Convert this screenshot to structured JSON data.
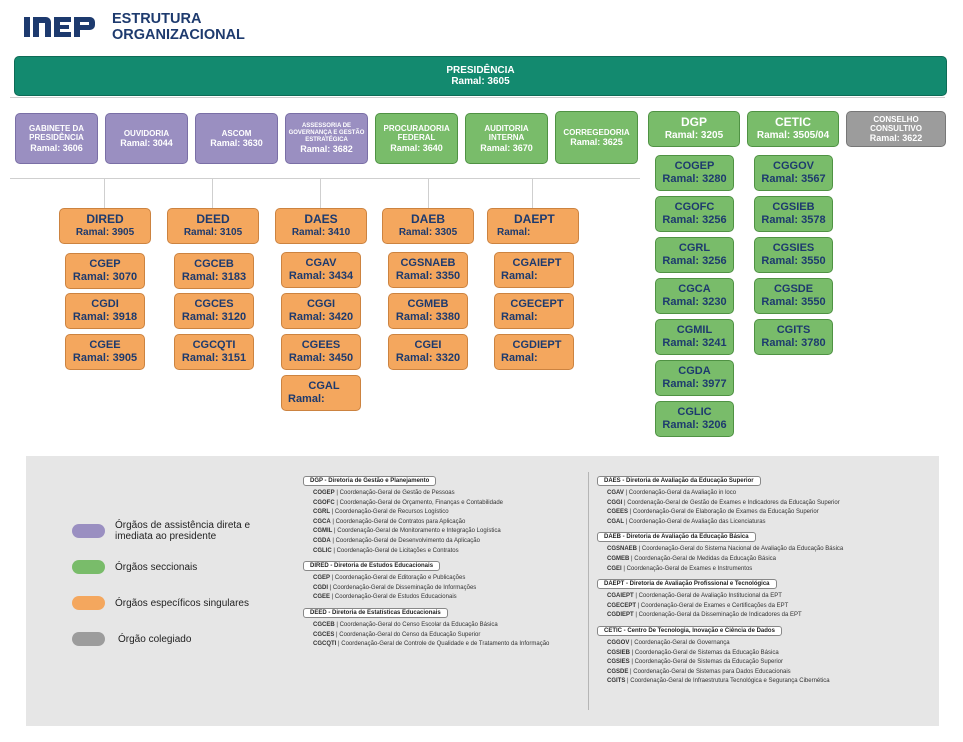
{
  "header": {
    "logo": "inep",
    "title_line1": "ESTRUTURA",
    "title_line2": "ORGANIZACIONAL"
  },
  "presidencia": {
    "name": "PRESIDÊNCIA",
    "ramal": "Ramal: 3605"
  },
  "top_units": [
    {
      "name": "GABINETE DA PRESIDÊNCIA",
      "ramal": "Ramal: 3606",
      "category": "purple"
    },
    {
      "name": "OUVIDORIA",
      "ramal": "Ramal: 3044",
      "category": "purple"
    },
    {
      "name": "ASCOM",
      "ramal": "Ramal: 3630",
      "category": "purple"
    },
    {
      "name": "ASSESSORIA DE GOVERNANÇA E GESTÃO ESTRATÉGICA",
      "ramal": "Ramal: 3682",
      "category": "purple"
    },
    {
      "name": "PROCURADORIA FEDERAL",
      "ramal": "Ramal: 3640",
      "category": "green"
    },
    {
      "name": "AUDITORIA INTERNA",
      "ramal": "Ramal: 3670",
      "category": "green"
    },
    {
      "name": "CORREGEDORIA",
      "ramal": "Ramal: 3625",
      "category": "green"
    },
    {
      "name": "DGP",
      "ramal": "Ramal: 3205",
      "category": "green"
    },
    {
      "name": "CETIC",
      "ramal": "Ramal: 3505/04",
      "category": "green"
    },
    {
      "name": "CONSELHO CONSULTIVO",
      "ramal": "Ramal: 3622",
      "category": "gray"
    }
  ],
  "directorates": [
    {
      "name": "DIRED",
      "ramal": "Ramal: 3905",
      "subs": [
        {
          "name": "CGEP",
          "ramal": "Ramal: 3070"
        },
        {
          "name": "CGDI",
          "ramal": "Ramal: 3918"
        },
        {
          "name": "CGEE",
          "ramal": "Ramal: 3905"
        }
      ]
    },
    {
      "name": "DEED",
      "ramal": "Ramal: 3105",
      "subs": [
        {
          "name": "CGCEB",
          "ramal": "Ramal: 3183"
        },
        {
          "name": "CGCES",
          "ramal": "Ramal: 3120"
        },
        {
          "name": "CGCQTI",
          "ramal": "Ramal: 3151"
        }
      ]
    },
    {
      "name": "DAES",
      "ramal": "Ramal: 3410",
      "subs": [
        {
          "name": "CGAV",
          "ramal": "Ramal: 3434"
        },
        {
          "name": "CGGI",
          "ramal": "Ramal: 3420"
        },
        {
          "name": "CGEES",
          "ramal": "Ramal: 3450"
        },
        {
          "name": "CGAL",
          "ramal": "Ramal:"
        }
      ]
    },
    {
      "name": "DAEB",
      "ramal": "Ramal: 3305",
      "subs": [
        {
          "name": "CGSNAEB",
          "ramal": "Ramal: 3350"
        },
        {
          "name": "CGMEB",
          "ramal": "Ramal: 3380"
        },
        {
          "name": "CGEI",
          "ramal": "Ramal: 3320"
        }
      ]
    },
    {
      "name": "DAEPT",
      "ramal": "Ramal:",
      "subs": [
        {
          "name": "CGAIEPT",
          "ramal": "Ramal:"
        },
        {
          "name": "CGECEPT",
          "ramal": "Ramal:"
        },
        {
          "name": "CGDIEPT",
          "ramal": "Ramal:"
        }
      ]
    }
  ],
  "dgp_subs": [
    {
      "name": "COGEP",
      "ramal": "Ramal: 3280"
    },
    {
      "name": "CGOFC",
      "ramal": "Ramal: 3256"
    },
    {
      "name": "CGRL",
      "ramal": "Ramal: 3256"
    },
    {
      "name": "CGCA",
      "ramal": "Ramal: 3230"
    },
    {
      "name": "CGMIL",
      "ramal": "Ramal: 3241"
    },
    {
      "name": "CGDA",
      "ramal": "Ramal: 3977"
    },
    {
      "name": "CGLIC",
      "ramal": "Ramal: 3206"
    }
  ],
  "cetic_subs": [
    {
      "name": "CGGOV",
      "ramal": "Ramal: 3567"
    },
    {
      "name": "CGSIEB",
      "ramal": "Ramal: 3578"
    },
    {
      "name": "CGSIES",
      "ramal": "Ramal: 3550"
    },
    {
      "name": "CGSDE",
      "ramal": "Ramal: 3550"
    },
    {
      "name": "CGITS",
      "ramal": "Ramal: 3780"
    }
  ],
  "legend": [
    {
      "label": "Órgãos de assistência direta e imediata ao presidente",
      "color": "#9a8fc1"
    },
    {
      "label": "Órgãos seccionais",
      "color": "#79bc6a"
    },
    {
      "label": "Órgãos específicos singulares",
      "color": "#f4a75e"
    },
    {
      "label": "Órgão colegiado",
      "color": "#9c9c9c"
    }
  ],
  "glossary_left": [
    {
      "heading": "DGP - Diretoria de Gestão e Planejamento",
      "items": [
        {
          "code": "COGEP",
          "desc": "Coordenação-Geral de Gestão de Pessoas"
        },
        {
          "code": "CGOFC",
          "desc": "Coordenação-Geral de Orçamento, Finanças e Contabilidade"
        },
        {
          "code": "CGRL",
          "desc": "Coordenação-Geral de Recursos Logístico"
        },
        {
          "code": "CGCA",
          "desc": "Coordenação-Geral de Contratos para Aplicação"
        },
        {
          "code": "CGMIL",
          "desc": "Coordenação-Geral de Monitoramento e Integração Logística"
        },
        {
          "code": "CGDA",
          "desc": "Coordenação-Geral de Desenvolvimento da Aplicação"
        },
        {
          "code": "CGLIC",
          "desc": "Coordenação-Geral de Licitações e Contratos"
        }
      ]
    },
    {
      "heading": "DIRED - Diretoria de Estudos Educacionais",
      "items": [
        {
          "code": "CGEP",
          "desc": "Coordenação-Geral de Editoração e Publicações"
        },
        {
          "code": "CGDI",
          "desc": "Coordenação-Geral de Disseminação de Informações"
        },
        {
          "code": "CGEE",
          "desc": "Coordenação-Geral de Estudos Educacionais"
        }
      ]
    },
    {
      "heading": "DEED - Diretoria de Estatísticas Educacionais",
      "items": [
        {
          "code": "CGCEB",
          "desc": "Coordenação-Geral do Censo Escolar da Educação Básica"
        },
        {
          "code": "CGCES",
          "desc": "Coordenação-Geral do Censo da Educação Superior"
        },
        {
          "code": "CGCQTI",
          "desc": "Coordenação-Geral de Controle de Qualidade e de Tratamento da Informação"
        }
      ]
    }
  ],
  "glossary_right": [
    {
      "heading": "DAES - Diretoria de Avaliação da Educação Superior",
      "items": [
        {
          "code": "CGAV",
          "desc": "Coordenação-Geral da Avaliação in loco"
        },
        {
          "code": "CGGI",
          "desc": "Coordenação-Geral de Gestão de Exames e Indicadores da Educação Superior"
        },
        {
          "code": "CGEES",
          "desc": "Coordenação-Geral de Elaboração de Exames da Educação Superior"
        },
        {
          "code": "CGAL",
          "desc": "Coordenação-Geral de Avaliação das Licenciaturas"
        }
      ]
    },
    {
      "heading": "DAEB - Diretoria de Avaliação da Educação Básica",
      "items": [
        {
          "code": "CGSNAEB",
          "desc": "Coordenação-Geral do Sistema Nacional de Avaliação da Educação Básica"
        },
        {
          "code": "CGMEB",
          "desc": "Coordenação-Geral de Medidas da Educação Básica"
        },
        {
          "code": "CGEI",
          "desc": "Coordenação-Geral de Exames e Instrumentos"
        }
      ]
    },
    {
      "heading": "DAEPT - Diretoria de Avaliação Profissional e Tecnológica",
      "items": [
        {
          "code": "CGAIEPT",
          "desc": "Coordenação-Geral de Avaliação Institucional da EPT"
        },
        {
          "code": "CGECEPT",
          "desc": "Coordenação-Geral de Exames e Certificações da EPT"
        },
        {
          "code": "CGDIEPT",
          "desc": "Coordenação-Geral da Disseminação de Indicadores da EPT"
        }
      ]
    },
    {
      "heading": "CETIC - Centro De Tecnologia, Inovação e Ciência de Dados",
      "items": [
        {
          "code": "CGGOV",
          "desc": "Coordenação-Geral de Governança"
        },
        {
          "code": "CGSIEB",
          "desc": "Coordenação-Geral de Sistemas da Educação Básica"
        },
        {
          "code": "CGSIES",
          "desc": "Coordenação-Geral de Sistemas da Educação Superior"
        },
        {
          "code": "CGSDE",
          "desc": "Coordenação-Geral de Sistemas para Dados Educacionais"
        },
        {
          "code": "CGITS",
          "desc": "Coordenação-Geral de Infraestrutura Tecnológica e Segurança Cibernética"
        }
      ]
    }
  ]
}
